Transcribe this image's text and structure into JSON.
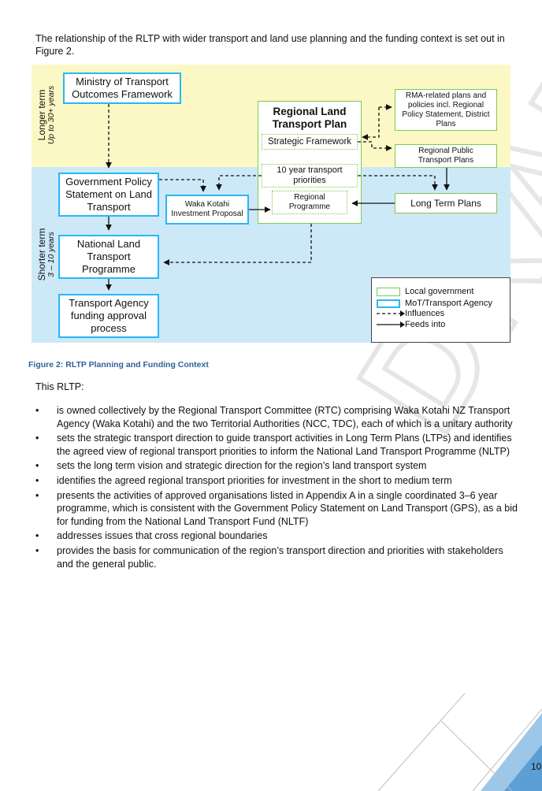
{
  "intro": "The relationship of the RLTP with wider transport and land use planning and the funding context is set out in Figure 2.",
  "figure": {
    "bands": {
      "longer_title": "Longer term",
      "longer_sub": "Up to 30+ years",
      "shorter_title": "Shorter term",
      "shorter_sub": "3 – 10 years"
    },
    "boxes": {
      "ministry": "Ministry of Transport Outcomes Framework",
      "gps": "Government Policy Statement on Land Transport",
      "nltp": "National Land Transport Programme",
      "funding": "Transport Agency funding approval process",
      "waka": "Waka Kotahi Investment Proposal",
      "rltp": "Regional Land Transport Plan",
      "strategic": "Strategic Framework",
      "priorities": "10 year transport priorities",
      "regional_programme": "Regional Programme",
      "rma": "RMA-related plans and policies incl. Regional Policy Statement, District Plans",
      "rptp": "Regional Public Transport Plans",
      "ltp": "Long Term Plans"
    },
    "legend": [
      {
        "label": "Local government",
        "swatch": "green-box"
      },
      {
        "label": "MoT/Transport Agency",
        "swatch": "blue-box"
      },
      {
        "label": "Influences",
        "swatch": "dashed-arrow"
      },
      {
        "label": "Feeds into",
        "swatch": "solid-arrow"
      }
    ],
    "colors": {
      "longer_band": "#fbf8c5",
      "shorter_band": "#cde9f8",
      "mot_border": "#29b6f6",
      "local_gov_border": "#7ecb4f"
    }
  },
  "caption": "Figure 2: RLTP Planning and Funding Context",
  "lead": "This RLTP:",
  "bullets": [
    "is owned collectively by the Regional Transport Committee (RTC) comprising Waka Kotahi NZ Transport Agency (Waka Kotahi) and the two Territorial Authorities (NCC, TDC), each of which is a unitary authority",
    "sets the strategic transport direction to guide transport activities in Long Term Plans (LTPs) and identifies the agreed view of regional transport priorities to inform the National Land Transport Programme (NLTP)",
    "sets the long term vision and strategic direction for the region’s land transport system",
    "identifies the agreed regional transport priorities for investment in the short to medium term",
    "presents the activities of approved organisations listed in Appendix A in a single coordinated 3–6 year programme, which is consistent with the Government Policy Statement on Land Transport (GPS), as a bid for funding from the National Land Transport Fund (NLTF)",
    "addresses issues that cross regional boundaries",
    "provides the basis for communication of the region’s transport direction and priorities with stakeholders and the general public."
  ],
  "watermark": "DRAFT",
  "page_number": "10"
}
